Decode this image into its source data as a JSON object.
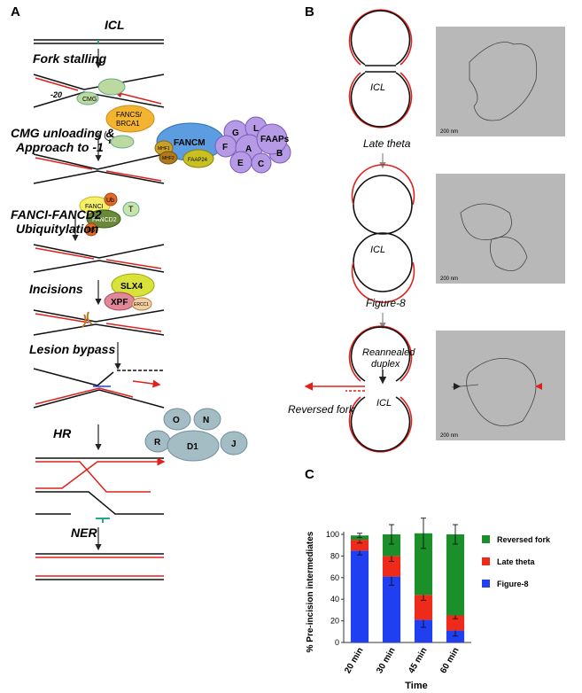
{
  "panels": {
    "a": "A",
    "b": "B",
    "c": "C"
  },
  "panel_a": {
    "steps": {
      "icl": "ICL",
      "fork_stalling": "Fork stalling",
      "cmg_unloading_1": "CMG unloading &",
      "cmg_unloading_2": "Approach to -1",
      "ub_1": "FANCI-FANCD2",
      "ub_2": "Ubiquitylation",
      "incisions": "Incisions",
      "lesion_bypass": "Lesion bypass",
      "hr": "HR",
      "ner": "NER"
    },
    "labels": {
      "minus20": "-20",
      "cmg": "CMG",
      "fancs_1": "FANCS/",
      "fancs_2": "BRCA1",
      "fancm": "FANCM",
      "mhf1": "MHF1",
      "mhf2": "MHF2",
      "faap24": "FAAP24",
      "faaps": "FAAPs",
      "g": "G",
      "l": "L",
      "f": "F",
      "a": "A",
      "e": "E",
      "c": "C",
      "b": "B",
      "ub": "Ub",
      "fanci": "FANCI",
      "fancd2": "FANCD2",
      "t": "T",
      "slx4": "SLX4",
      "xpf": "XPF",
      "ercc1": "ERCC1",
      "o": "O",
      "n": "N",
      "r": "R",
      "d1": "D1",
      "j": "J"
    }
  },
  "panel_b": {
    "icl": "ICL",
    "late_theta": "Late theta",
    "figure8": "Figure-8",
    "reannealed_1": "Reannealed",
    "reannealed_2": "duplex",
    "reversed_fork": "Reversed fork",
    "scale": "200 nm"
  },
  "colors": {
    "figure8": "#1f3ff0",
    "late_theta": "#ee2a1a",
    "reversed_fork": "#1b8f2a",
    "fork_strand": "#e0201b"
  },
  "chart_data": {
    "type": "bar",
    "stacked": true,
    "categories": [
      "20 min",
      "30 min",
      "45 min",
      "60 min"
    ],
    "series": [
      {
        "name": "Figure-8",
        "values": [
          85,
          61,
          21,
          11
        ]
      },
      {
        "name": "Late theta",
        "values": [
          10,
          19,
          23,
          14
        ]
      },
      {
        "name": "Reversed fork",
        "values": [
          4,
          20,
          57,
          75
        ]
      }
    ],
    "errors": {
      "Figure-8": [
        4,
        8,
        7,
        5
      ],
      "Late theta": [
        3,
        5,
        5,
        3
      ],
      "Reversed fork": [
        2,
        9,
        14,
        9
      ]
    },
    "ylabel": "% Pre-incision intermediates",
    "xlabel": "Time",
    "ylim": [
      0,
      100
    ],
    "yticks": [
      0,
      20,
      40,
      60,
      80,
      100
    ],
    "legend_position": "right"
  }
}
